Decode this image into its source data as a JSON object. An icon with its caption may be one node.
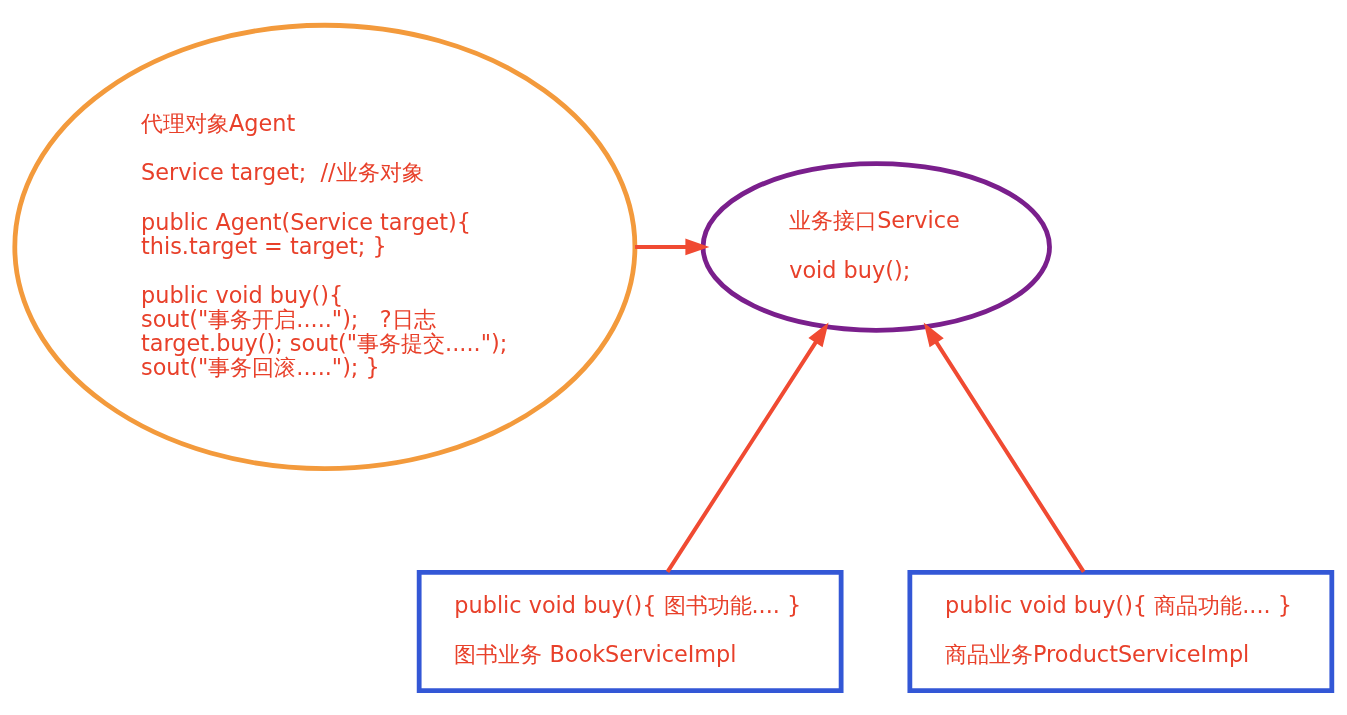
{
  "diagram": {
    "nodes": [
      {
        "text": [
          "业务接口Service",
          "void buy();"
        ]
      },
      {
        "text": [
          "public void buy(){ 图书功能.... }",
          "图书业务 BookServiceImpl"
        ]
      },
      {
        "text": [
          "public void buy(){ 商品功能.... }",
          "商品业务ProductServiceImpl"
        ]
      },
      {
        "text": [
          "代理对象Agent",
          "Service target;  //业务对象",
          "public Agent(Service target){ this.target = target; }",
          "public void buy(){ sout(\"事务开启.....\");   ?日志 target.buy(); sout(\"事务提交.....\"); sout(\"事务回滚.....\"); }"
        ]
      }
    ],
    "edges": [
      {
        "from": 1,
        "to": 0,
        "arrow": "to"
      },
      {
        "from": 2,
        "to": 0,
        "arrow": "to"
      },
      {
        "from": 3,
        "to": 0,
        "arrow": "to"
      }
    ]
  }
}
